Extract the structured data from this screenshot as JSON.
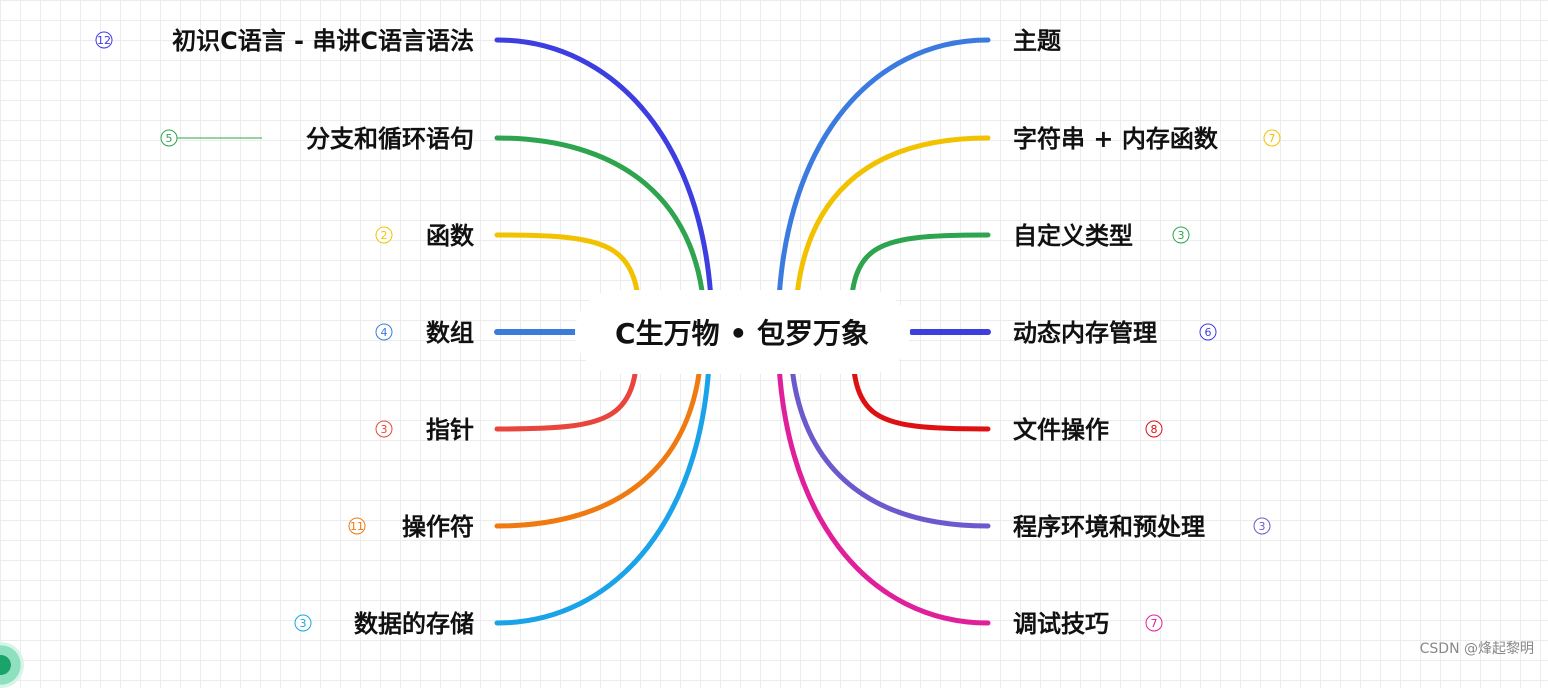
{
  "center": {
    "title": "C生万物 • 包罗万象"
  },
  "left_branches": [
    {
      "label": "初识C语言 - 串讲C语言语法",
      "count": "12",
      "color": "#3d3de0"
    },
    {
      "label": "分支和循环语句",
      "count": "5",
      "color": "#2ea44f"
    },
    {
      "label": "函数",
      "count": "2",
      "color": "#f2c200"
    },
    {
      "label": "数组",
      "count": "4",
      "color": "#3b7bdc"
    },
    {
      "label": "指针",
      "count": "3",
      "color": "#e8453c"
    },
    {
      "label": "操作符",
      "count": "11",
      "color": "#ef7a12"
    },
    {
      "label": "数据的存储",
      "count": "3",
      "color": "#1aa3e8"
    }
  ],
  "right_branches": [
    {
      "label": "主题",
      "count": "",
      "color": "#3b7be0"
    },
    {
      "label": "字符串 + 内存函数",
      "count": "7",
      "color": "#f2c200"
    },
    {
      "label": "自定义类型",
      "count": "3",
      "color": "#2ea44f"
    },
    {
      "label": "动态内存管理",
      "count": "6",
      "color": "#3d3de0"
    },
    {
      "label": "文件操作",
      "count": "8",
      "color": "#dd1111"
    },
    {
      "label": "程序环境和预处理",
      "count": "3",
      "color": "#6a5acd"
    },
    {
      "label": "调试技巧",
      "count": "7",
      "color": "#e0209a"
    }
  ],
  "watermark": "CSDN @烽起黎明"
}
